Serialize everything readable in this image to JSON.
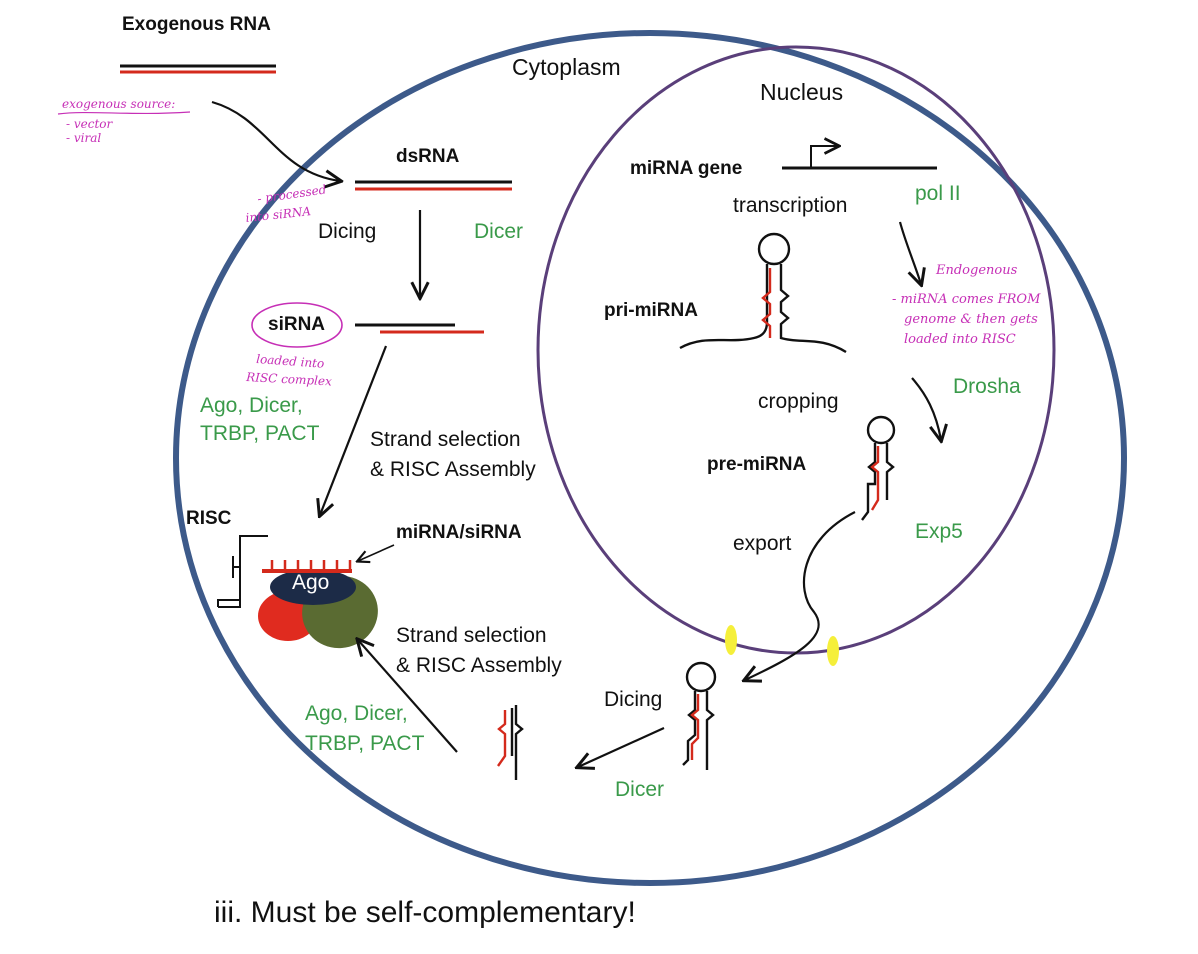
{
  "compartments": {
    "cytoplasm": "Cytoplasm",
    "nucleus": "Nucleus"
  },
  "exogenous": {
    "title": "Exogenous RNA",
    "note_lines": [
      "exogenous source:",
      "- vector",
      "- viral"
    ]
  },
  "dsrna": {
    "label": "dsRNA",
    "note_lines": [
      "- processed",
      "into siRNA"
    ]
  },
  "dicing_top": {
    "step": "Dicing",
    "enzyme": "Dicer"
  },
  "sirna": {
    "label": "siRNA",
    "note_lines": [
      "loaded into",
      "RISC complex"
    ]
  },
  "proteins_upper": [
    "Ago, Dicer,",
    "TRBP, PACT"
  ],
  "strand_selection_upper": [
    "Strand selection",
    "& RISC Assembly"
  ],
  "risc": {
    "label": "RISC",
    "guide_label": "miRNA/siRNA",
    "ago_label": "Ago"
  },
  "nucleus_flow": {
    "gene_label": "miRNA gene",
    "polymerase": "pol II",
    "transcription": "transcription",
    "pri_mirna": "pri-miRNA",
    "endogenous_note": [
      "Endogenous",
      "- miRNA comes FROM",
      "genome & then gets",
      "loaded into RISC"
    ],
    "cropping": "cropping",
    "drosha": "Drosha",
    "pre_mirna": "pre-miRNA",
    "export": "export",
    "exporter": "Exp5"
  },
  "cytoplasm_flow": {
    "dicing": "Dicing",
    "dicer": "Dicer",
    "strand_selection_lower": [
      "Strand selection",
      "& RISC Assembly"
    ],
    "proteins_lower": [
      "Ago, Dicer,",
      "TRBP, PACT"
    ]
  },
  "footer": {
    "text": "iii.  Must be self-complementary!"
  },
  "colors": {
    "cytoplasm_border": "#3d5a8a",
    "nucleus_border": "#5a3f7a",
    "rna_red": "#d42a1c",
    "protein_green_text": "#3a9a4a",
    "handwriting": "#c62fb6",
    "ago_navy": "#1c2b47",
    "ago_olive": "#5a6b32",
    "ago_red": "#e02b1f",
    "nuclear_pore": "#f5ef3a"
  }
}
